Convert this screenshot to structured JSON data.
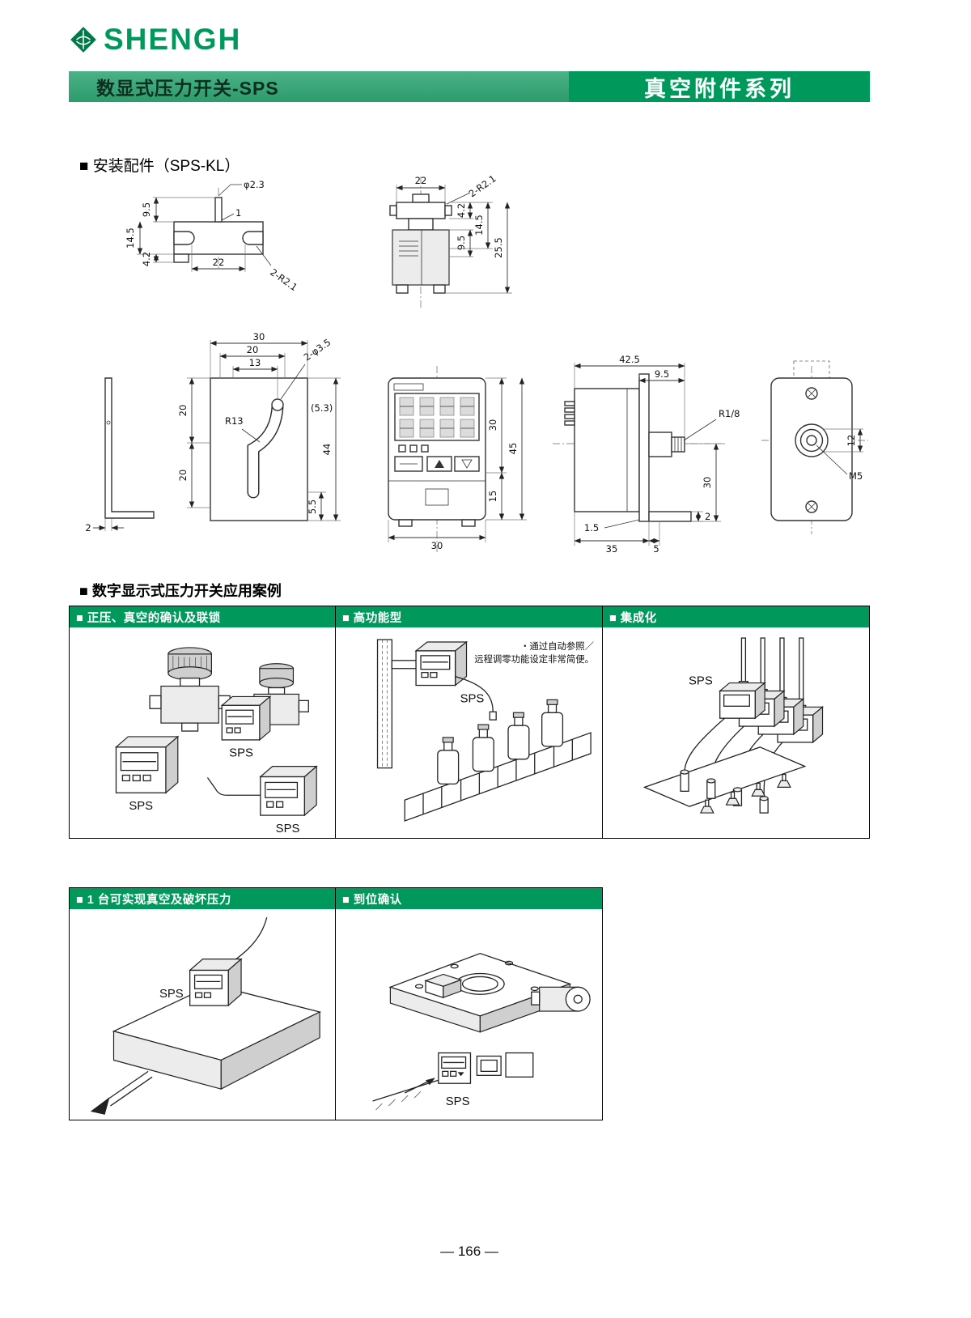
{
  "brand": {
    "logo_text": "SHENGH"
  },
  "header": {
    "left_title": "数显式压力开关-SPS",
    "right_title": "真空附件系列"
  },
  "mounting": {
    "title": "■ 安装配件（SPS-KL）",
    "dims": {
      "a": [
        "φ2.3",
        "9.5",
        "14.5",
        "4.2",
        "22",
        "2-R2.1",
        "1"
      ],
      "b": [
        "22",
        "2-R2.1",
        "4.2",
        "14.5",
        "9.5",
        "25.5"
      ],
      "c": [
        "30",
        "20",
        "13",
        "2-φ3.5",
        "R13",
        "(5.3)",
        "20",
        "20",
        "44",
        "5.5",
        "2"
      ],
      "d": [
        "30",
        "45",
        "15",
        "30"
      ],
      "e": [
        "42.5",
        "9.5",
        "R1/8",
        "1.5",
        "35",
        "5",
        "2",
        "30"
      ],
      "f": [
        "12",
        "M5"
      ]
    }
  },
  "applications": {
    "title": "■ 数字显示式压力开关应用案例",
    "panel1": {
      "header": "■ 正压、真空的确认及联锁",
      "label1": "SPS",
      "label2": "SPS",
      "label3": "SPS"
    },
    "panel2": {
      "header": "■ 高功能型",
      "note_line1": "・通过自动参照／",
      "note_line2": "远程调零功能设定非常简便。",
      "label": "SPS"
    },
    "panel3": {
      "header": "■ 集成化",
      "label": "SPS"
    },
    "panel4": {
      "header": "■ 1 台可实现真空及破坏压力",
      "label": "SPS"
    },
    "panel5": {
      "header": "■ 到位确认",
      "label": "SPS"
    }
  },
  "footer": {
    "page_number": "— 166 —"
  }
}
